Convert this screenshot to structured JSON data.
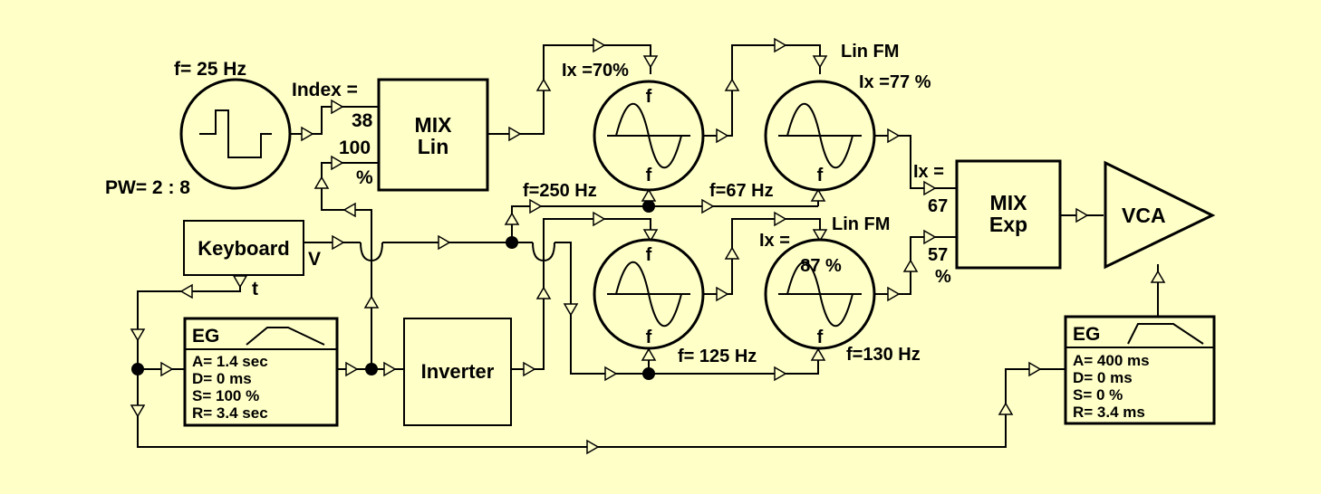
{
  "colors": {
    "background": "#ffffc8",
    "stroke": "#000000"
  },
  "lfo": {
    "freq": "f= 25 Hz",
    "pw": "PW= 2 : 8",
    "icon": "pulse-wave-icon"
  },
  "mix_lin": {
    "line1": "MIX",
    "line2": "Lin",
    "index_label": "Index =",
    "in1_value": "38",
    "in2_value": "100",
    "unit": "%"
  },
  "keyboard": {
    "label": "Keyboard",
    "v_out": "V",
    "t_out": "t"
  },
  "eg1": {
    "title": "EG",
    "a": "A= 1.4 sec",
    "d": "D= 0 ms",
    "s": "S= 100 %",
    "r": "R= 3.4 sec",
    "icon": "envelope-icon"
  },
  "inverter": {
    "label": "Inverter"
  },
  "osc1": {
    "ix": "Ix =70%",
    "f_top": "f",
    "f_bottom": "f",
    "freq": "f=250 Hz",
    "icon": "sine-wave-icon"
  },
  "osc2": {
    "lin_fm": "Lin FM",
    "ix": "Ix =77 %",
    "f_bottom": "f",
    "freq": "f=67 Hz",
    "icon": "sine-wave-icon"
  },
  "osc3": {
    "f_top": "f",
    "f_bottom": "f",
    "freq": "f= 125 Hz",
    "icon": "sine-wave-icon"
  },
  "osc4": {
    "lin_fm": "Lin FM",
    "ix_label": "Ix =",
    "ix_value": "87 %",
    "f_bottom": "f",
    "freq": "f=130 Hz",
    "icon": "sine-wave-icon"
  },
  "mix_exp": {
    "line1": "MIX",
    "line2": "Exp",
    "ix_label": "Ix =",
    "in1_value": "67",
    "in2_value": "57",
    "unit": "%"
  },
  "vca": {
    "label": "VCA"
  },
  "eg2": {
    "title": "EG",
    "a": "A= 400 ms",
    "d": "D= 0 ms",
    "s": "S= 0 %",
    "r": "R= 3.4 ms",
    "icon": "envelope-icon"
  }
}
